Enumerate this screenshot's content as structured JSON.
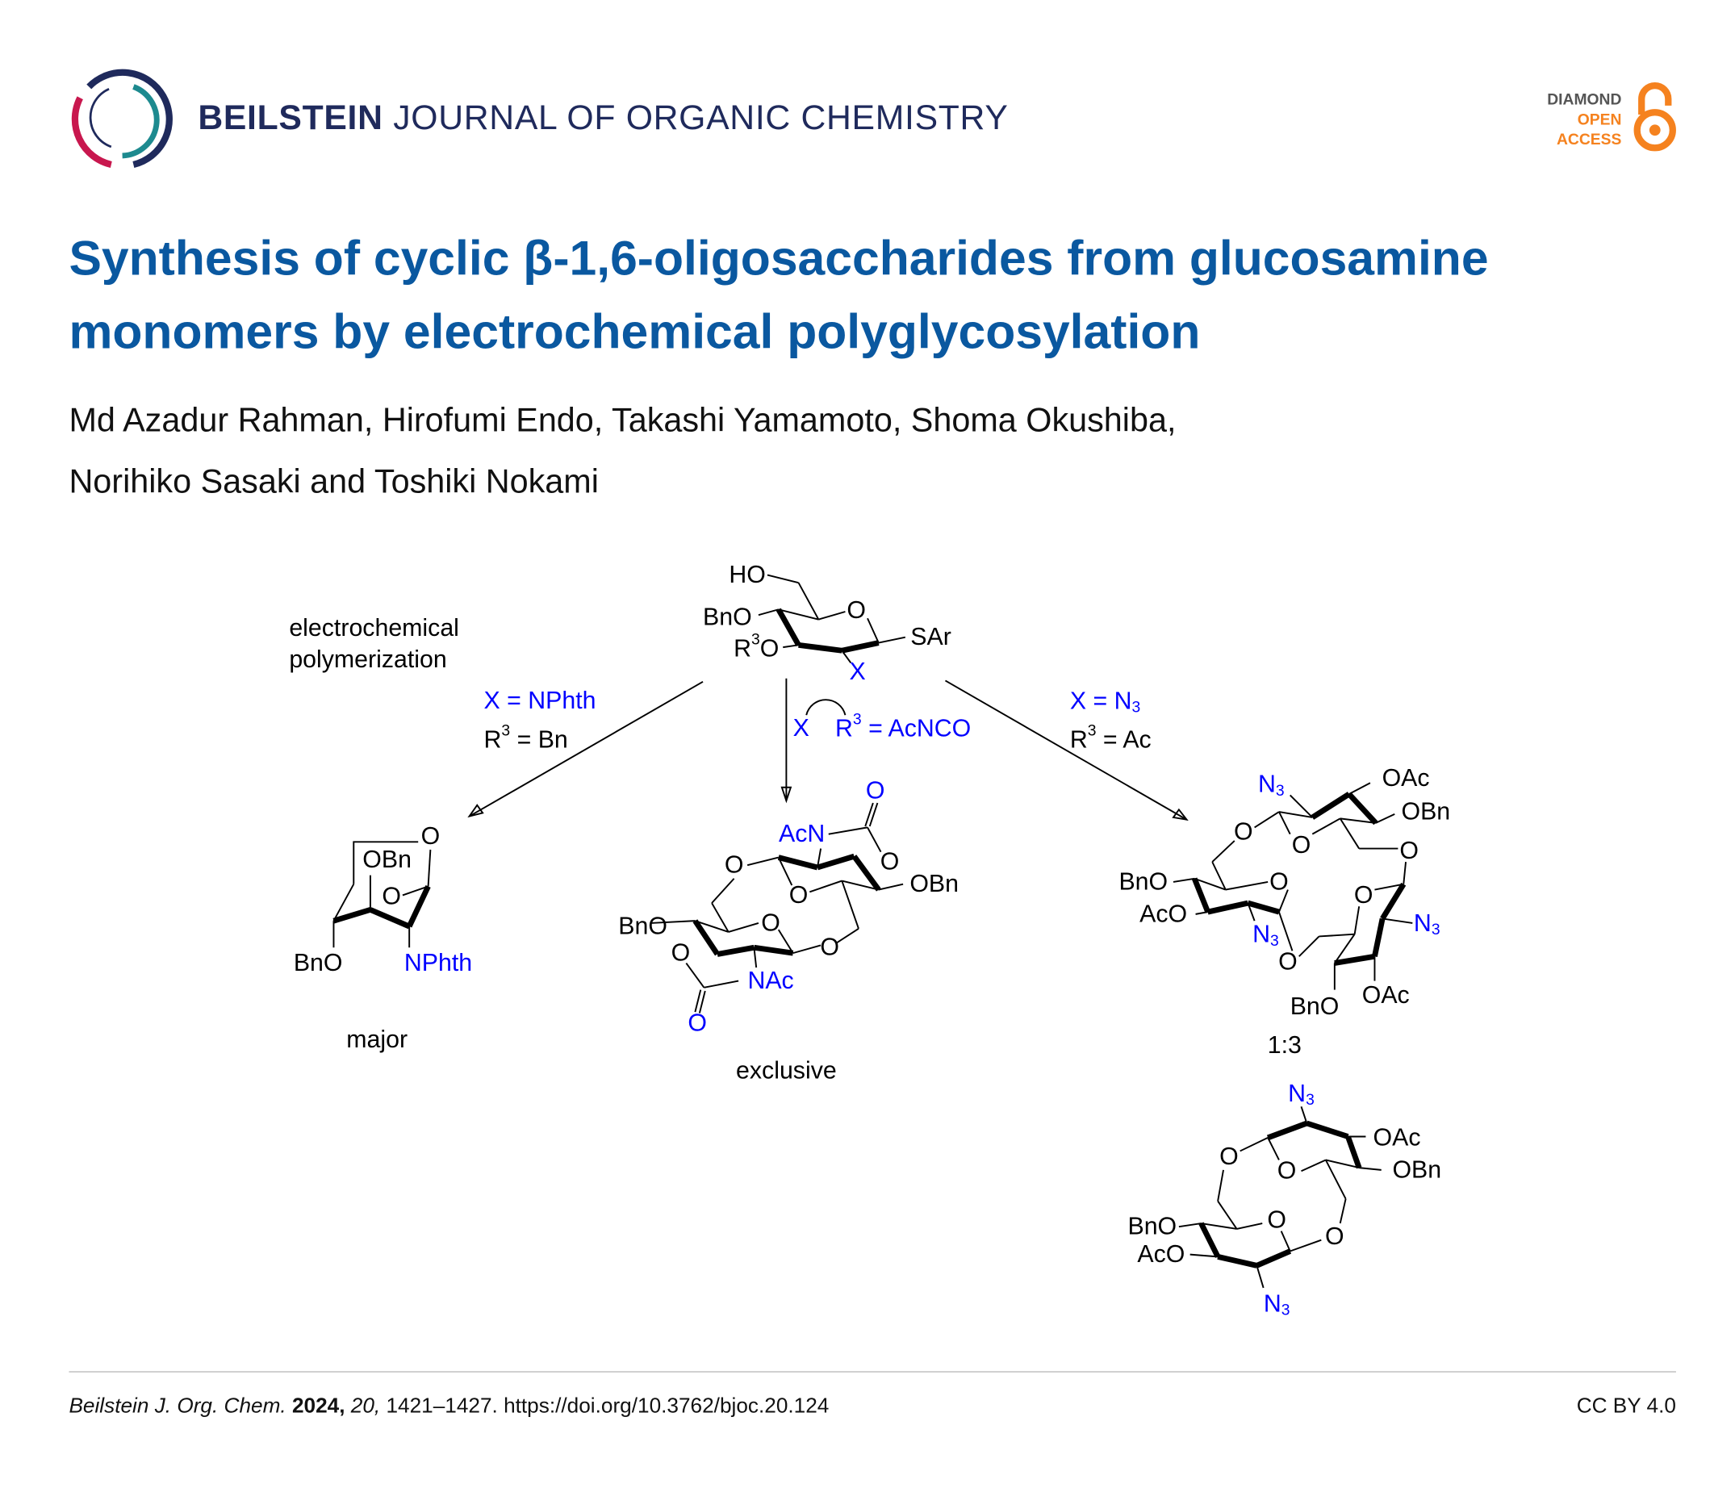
{
  "header": {
    "journal_bold": "BEILSTEIN",
    "journal_rest": " JOURNAL OF ORGANIC CHEMISTRY",
    "oa_line1": "DIAMOND",
    "oa_line2": "OPEN",
    "oa_line3": "ACCESS",
    "colors": {
      "navy": "#1f2a5c",
      "crimson": "#c8174e",
      "teal": "#1d8a8f",
      "orange": "#f5821f",
      "title": "#0a58a0"
    }
  },
  "article": {
    "title_line1": "Synthesis of cyclic β-1,6-oligosaccharides from glucosamine",
    "title_line2": "monomers by electrochemical polyglycosylation",
    "authors_line1": "Md Azadur Rahman, Hirofumi Endo, Takashi Yamamoto, Shoma Okushiba,",
    "authors_line2": "Norihiko Sasaki and Toshiki Nokami"
  },
  "scheme": {
    "process_line1": "electrochemical",
    "process_line2": "polymerization",
    "start": {
      "ho": "HO",
      "bno": "BnO",
      "r": "R",
      "sup3": "3",
      "o_sub": "O",
      "ring_o": "O",
      "sar": "SAr",
      "x": "X"
    },
    "cond_left": {
      "x": "X = NPhth",
      "r": "R",
      "sup": "3",
      "rest": " = Bn"
    },
    "cond_mid": {
      "x": "X",
      "r": "R",
      "sup": "3",
      "rest": " = AcNCO"
    },
    "cond_right": {
      "x": "X = N",
      "xsub": "3",
      "r": "R",
      "sup": "3",
      "rest": " = Ac"
    },
    "left_product": {
      "o1": "O",
      "obn": "OBn",
      "o2": "O",
      "bno": "BnO",
      "nphth": "NPhth",
      "outcome": "major"
    },
    "mid_product": {
      "o_top": "O",
      "acn": "AcN",
      "o1": "O",
      "o2": "O",
      "o3": "O",
      "obn": "OBn",
      "bno": "BnO",
      "o4": "O",
      "o5": "O",
      "o6": "O",
      "nac": "NAc",
      "o_bot": "O",
      "outcome": "exclusive"
    },
    "right_product_a": {
      "n3a": "N",
      "sub": "3",
      "oac1": "OAc",
      "obn1": "OBn",
      "o1": "O",
      "o2": "O",
      "o3": "O",
      "bno1": "BnO",
      "o4": "O",
      "o5": "O",
      "aco": "AcO",
      "n3b": "N",
      "n3c": "N",
      "o6": "O",
      "bno2": "BnO",
      "oac2": "OAc"
    },
    "ratio": "1:3",
    "right_product_b": {
      "n3a": "N",
      "sub": "3",
      "oac": "OAc",
      "o1": "O",
      "o2": "O",
      "obn": "OBn",
      "bno": "BnO",
      "o3": "O",
      "o4": "O",
      "aco": "AcO",
      "n3b": "N"
    }
  },
  "footer": {
    "journal_abbr": "Beilstein J. Org. Chem.",
    "year": "2024,",
    "volume": "20,",
    "pages_doi": "1421–1427. https://doi.org/10.3762/bjoc.20.124",
    "license": "CC BY 4.0"
  }
}
